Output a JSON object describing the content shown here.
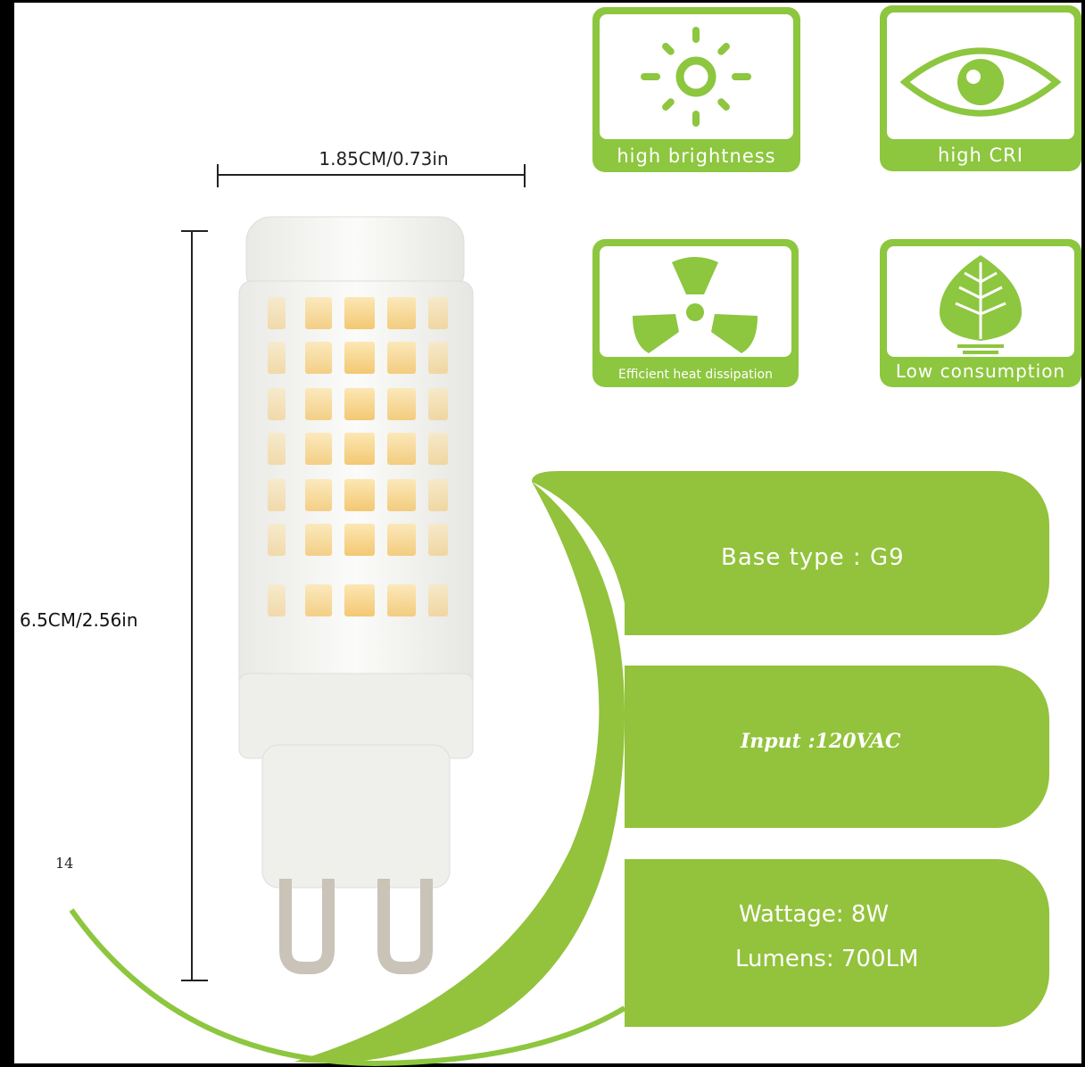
{
  "dimensions": {
    "width_label": "1.85CM/0.73in",
    "height_label": "6.5CM/2.56in"
  },
  "page_number": "14",
  "features": [
    {
      "label": "high brightness",
      "icon": "sun-icon"
    },
    {
      "label": "high CRI",
      "icon": "eye-icon"
    },
    {
      "label": "Efficient heat dissipation",
      "icon": "fan-icon"
    },
    {
      "label": "Low consumption",
      "icon": "leaf-icon"
    }
  ],
  "specs": {
    "base_type": "Base type : G9",
    "input": "Input :120VAC",
    "wattage": "Wattage: 8W",
    "lumens": "Lumens: 700LM"
  },
  "colors": {
    "accent_green": "#8dc63f",
    "panel_green": "#93c23c",
    "led_warm": "#f7d27a"
  }
}
